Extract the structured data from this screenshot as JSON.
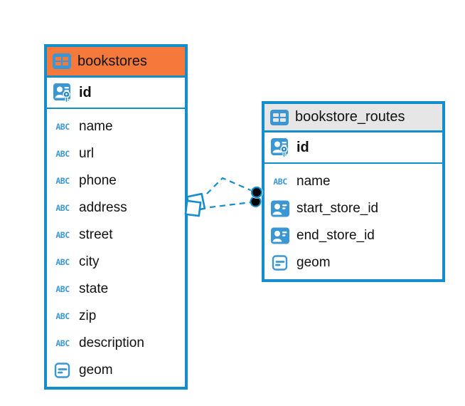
{
  "canvas": {
    "background": "#ffffff"
  },
  "colors": {
    "accent_blue": "#148dcd",
    "icon_blue": "#3b97d3",
    "key_blue": "#1e86c8",
    "text": "#111111"
  },
  "icon_glyphs": {
    "text_icon": "ABC"
  },
  "tables": [
    {
      "name": "bookstores",
      "header_color": "#f5793b",
      "columns": [
        {
          "name": "id",
          "icon": "primary-key-icon",
          "primary": true
        },
        {
          "name": "name",
          "icon": "text-icon"
        },
        {
          "name": "url",
          "icon": "text-icon"
        },
        {
          "name": "phone",
          "icon": "text-icon"
        },
        {
          "name": "address",
          "icon": "text-icon"
        },
        {
          "name": "street",
          "icon": "text-icon"
        },
        {
          "name": "city",
          "icon": "text-icon"
        },
        {
          "name": "state",
          "icon": "text-icon"
        },
        {
          "name": "zip",
          "icon": "text-icon"
        },
        {
          "name": "description",
          "icon": "text-icon"
        },
        {
          "name": "geom",
          "icon": "geometry-icon"
        }
      ]
    },
    {
      "name": "bookstore_routes",
      "header_color": "#e6e6e6",
      "columns": [
        {
          "name": "id",
          "icon": "primary-key-icon",
          "primary": true
        },
        {
          "name": "name",
          "icon": "text-icon"
        },
        {
          "name": "start_store_id",
          "icon": "reference-icon"
        },
        {
          "name": "end_store_id",
          "icon": "reference-icon"
        },
        {
          "name": "geom",
          "icon": "geometry-icon"
        }
      ]
    }
  ],
  "relationship": {
    "style": "dashed",
    "color": "#148dcd",
    "line_count": 2
  }
}
